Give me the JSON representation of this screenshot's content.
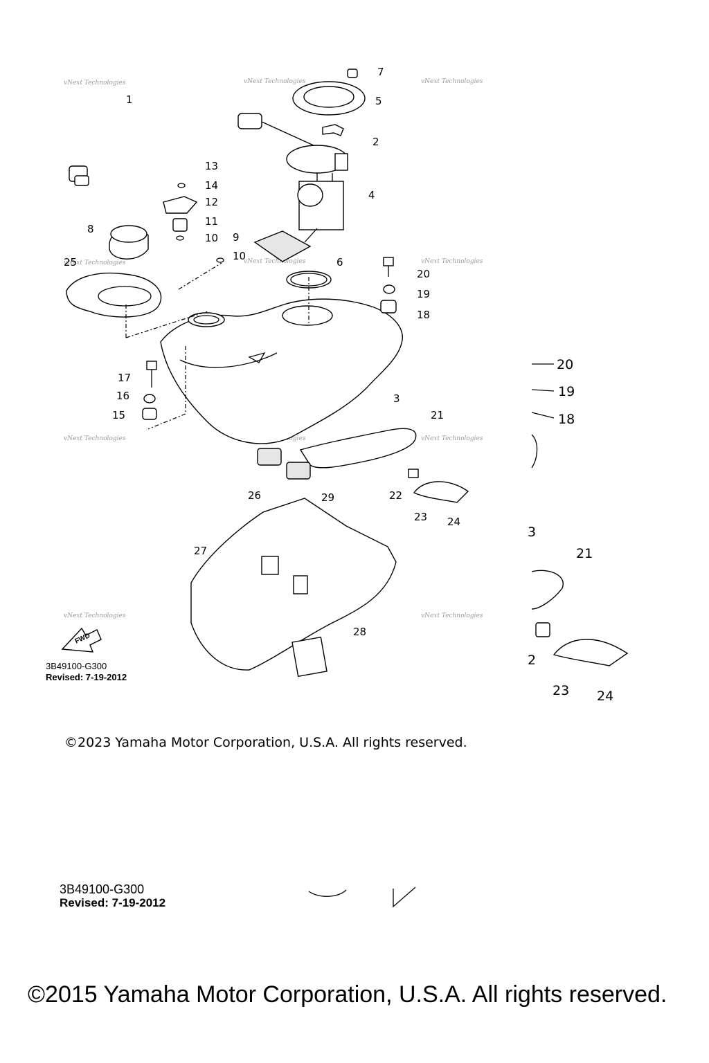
{
  "diagram": {
    "watermark": "vNext Technologies",
    "callouts": [
      "1",
      "2",
      "3",
      "4",
      "5",
      "6",
      "7",
      "8",
      "9",
      "10",
      "10",
      "11",
      "12",
      "13",
      "14",
      "15",
      "16",
      "17",
      "18",
      "19",
      "20",
      "21",
      "22",
      "23",
      "24",
      "25",
      "26",
      "27",
      "28",
      "29"
    ],
    "fwd_label": "FWD",
    "code": "3B49100-G300",
    "revised": "Revised: 7-19-2012"
  },
  "zoom_fragment": {
    "callouts": [
      "20",
      "19",
      "18",
      "21",
      "2",
      "23",
      "24",
      "3"
    ]
  },
  "footer": {
    "copyright_2023": "©2023 Yamaha Motor Corporation, U.S.A. All rights reserved.",
    "code_dup": "3B49100-G300",
    "revised_dup": "Revised: 7-19-2012",
    "copyright_2015": "©2015 Yamaha Motor Corporation, U.S.A. All rights reserved."
  }
}
